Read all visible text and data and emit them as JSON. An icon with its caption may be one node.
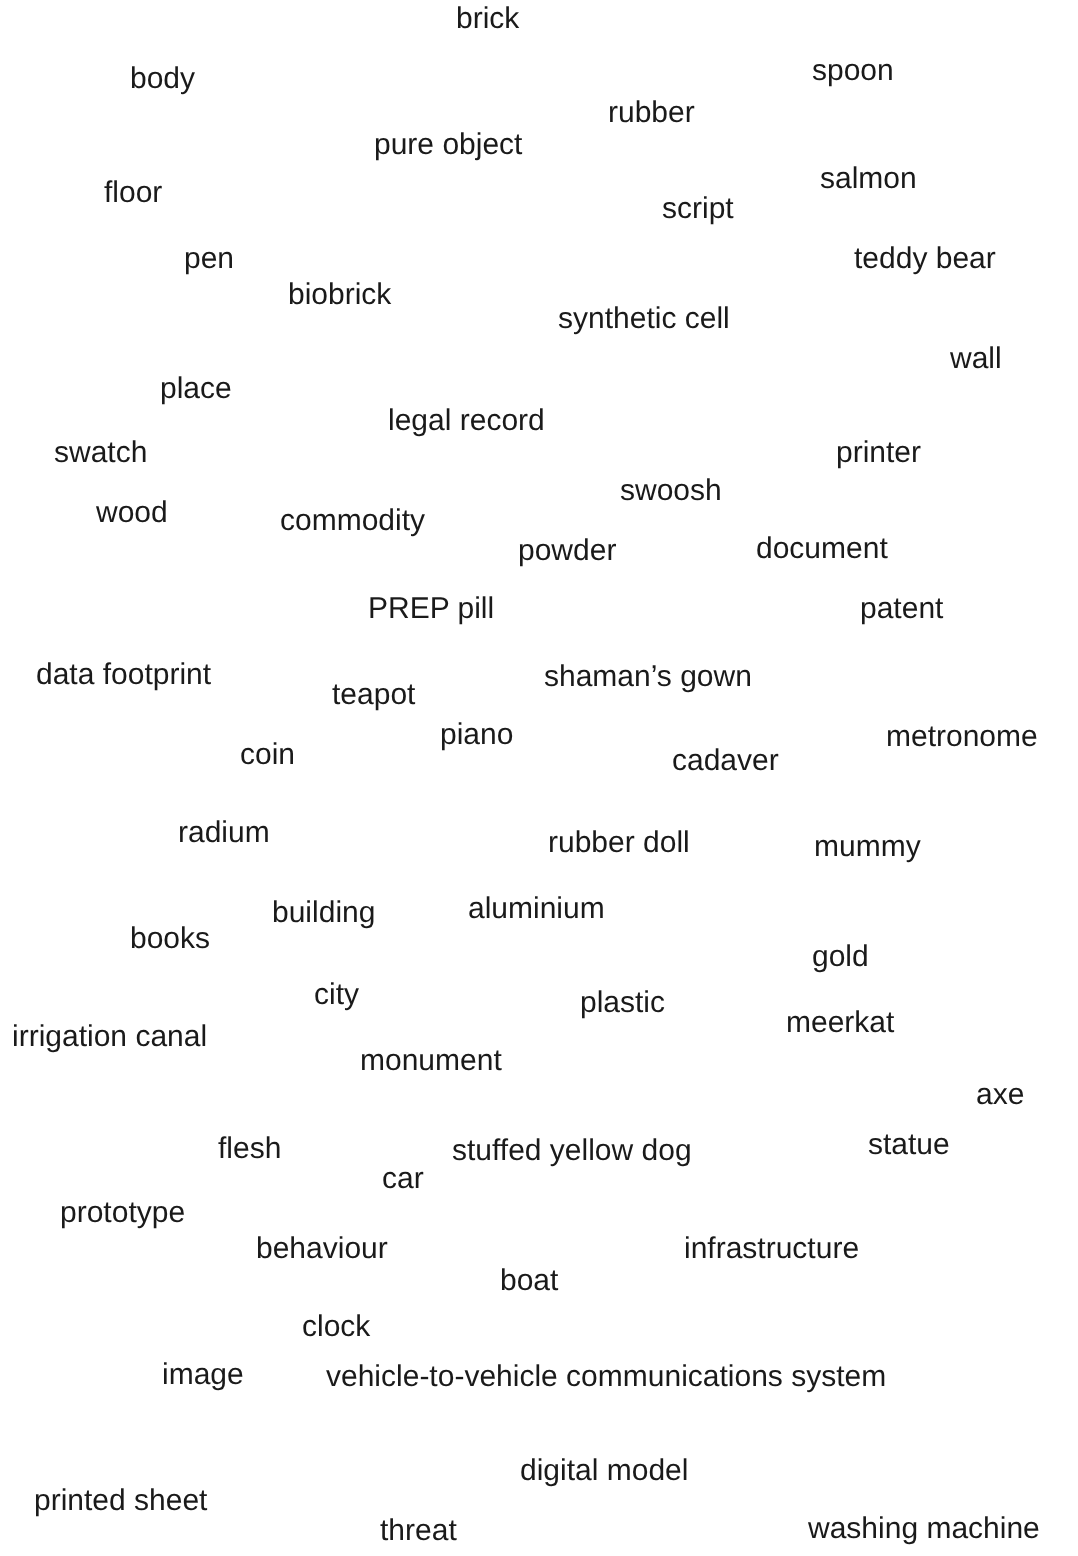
{
  "diagram": {
    "labels": [
      "brick",
      "body",
      "spoon",
      "rubber",
      "pure object",
      "floor",
      "salmon",
      "script",
      "pen",
      "teddy bear",
      "biobrick",
      "synthetic cell",
      "wall",
      "place",
      "legal record",
      "swatch",
      "printer",
      "swoosh",
      "wood",
      "commodity",
      "powder",
      "document",
      "PREP pill",
      "patent",
      "data footprint",
      "shaman’s gown",
      "teapot",
      "piano",
      "metronome",
      "coin",
      "cadaver",
      "radium",
      "rubber doll",
      "mummy",
      "building",
      "aluminium",
      "books",
      "gold",
      "city",
      "plastic",
      "meerkat",
      "irrigation canal",
      "monument",
      "axe",
      "flesh",
      "stuffed yellow dog",
      "statue",
      "car",
      "prototype",
      "behaviour",
      "infrastructure",
      "boat",
      "clock",
      "image",
      "vehicle-to-vehicle communications system",
      "digital model",
      "printed sheet",
      "threat",
      "washing machine"
    ]
  }
}
